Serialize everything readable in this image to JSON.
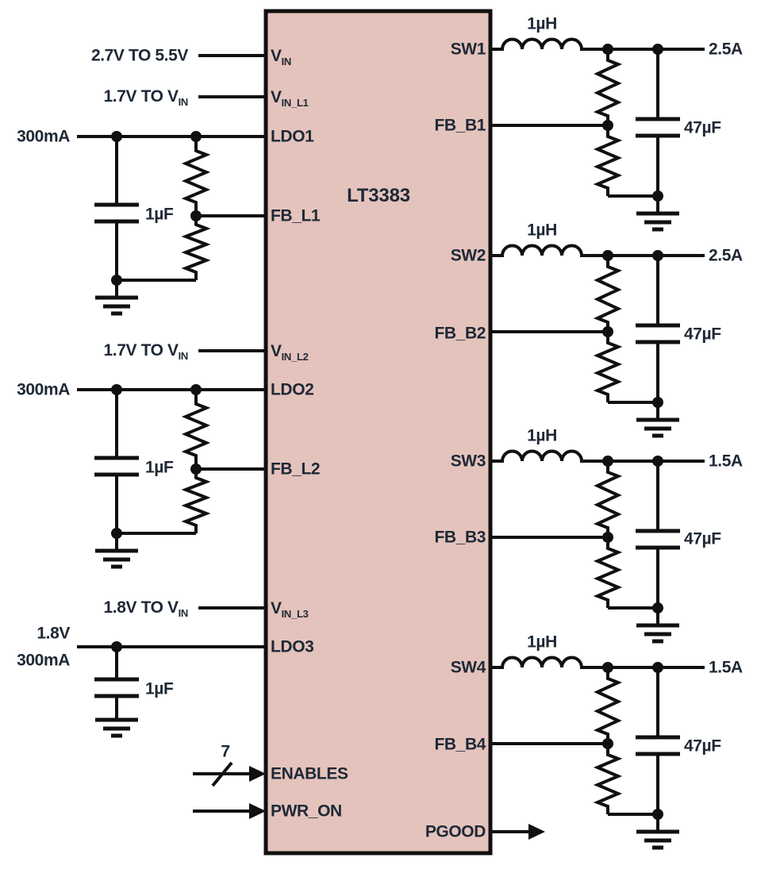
{
  "ic": {
    "name": "LT3383",
    "fill": "#e4c3bc",
    "pins_left": [
      {
        "base": "V",
        "sub": "IN"
      },
      {
        "base": "V",
        "sub": "IN_L1"
      },
      {
        "base": "LDO1"
      },
      {
        "base": "FB_L1"
      },
      {
        "base": "V",
        "sub": "IN_L2"
      },
      {
        "base": "LDO2"
      },
      {
        "base": "FB_L2"
      },
      {
        "base": "V",
        "sub": "IN_L3"
      },
      {
        "base": "LDO3"
      },
      {
        "base": "ENABLES"
      },
      {
        "base": "PWR_ON"
      }
    ],
    "pins_right": [
      "SW1",
      "FB_B1",
      "SW2",
      "FB_B2",
      "SW3",
      "FB_B3",
      "SW4",
      "FB_B4",
      "PGOOD"
    ]
  },
  "inputs": {
    "vin_range": "2.7V TO 5.5V",
    "vin_l1": {
      "base": "1.7V TO V",
      "sub": "IN"
    },
    "vin_l2": {
      "base": "1.7V TO V",
      "sub": "IN"
    },
    "vin_l3": {
      "base": "1.8V TO V",
      "sub": "IN"
    },
    "enables_bus_width": "7"
  },
  "ldos": {
    "ldo1": {
      "current": "300mA",
      "cap": "1µF"
    },
    "ldo2": {
      "current": "300mA",
      "cap": "1µF"
    },
    "ldo3": {
      "voltage": "1.8V",
      "current": "300mA",
      "cap": "1µF"
    }
  },
  "bucks": [
    {
      "inductor": "1µH",
      "current": "2.5A",
      "cap": "47µF"
    },
    {
      "inductor": "1µH",
      "current": "2.5A",
      "cap": "47µF"
    },
    {
      "inductor": "1µH",
      "current": "1.5A",
      "cap": "47µF"
    },
    {
      "inductor": "1µH",
      "current": "1.5A",
      "cap": "47µF"
    }
  ]
}
